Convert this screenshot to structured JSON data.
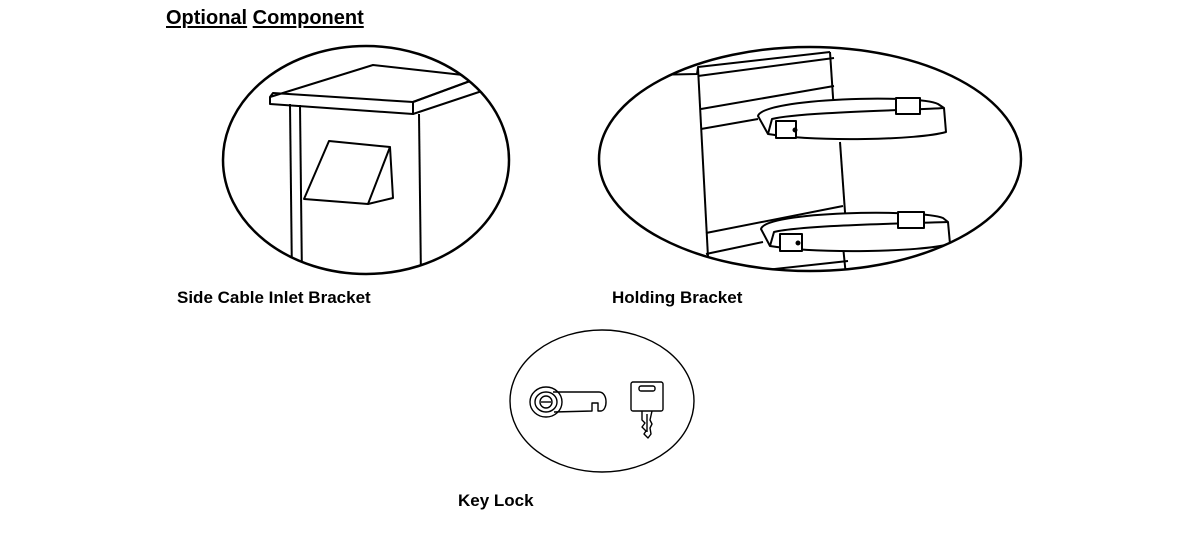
{
  "page": {
    "heading_words": [
      "Optional",
      "Component"
    ]
  },
  "components": [
    {
      "id": "side-cable-inlet-bracket",
      "caption": "Side Cable Inlet Bracket",
      "icon": "side-cable-inlet-bracket-illustration"
    },
    {
      "id": "holding-bracket",
      "caption": "Holding Bracket",
      "icon": "holding-bracket-illustration"
    },
    {
      "id": "key-lock",
      "caption": "Key Lock",
      "icon": "key-lock-illustration"
    }
  ],
  "colors": {
    "line": "#000000",
    "background": "#ffffff"
  }
}
